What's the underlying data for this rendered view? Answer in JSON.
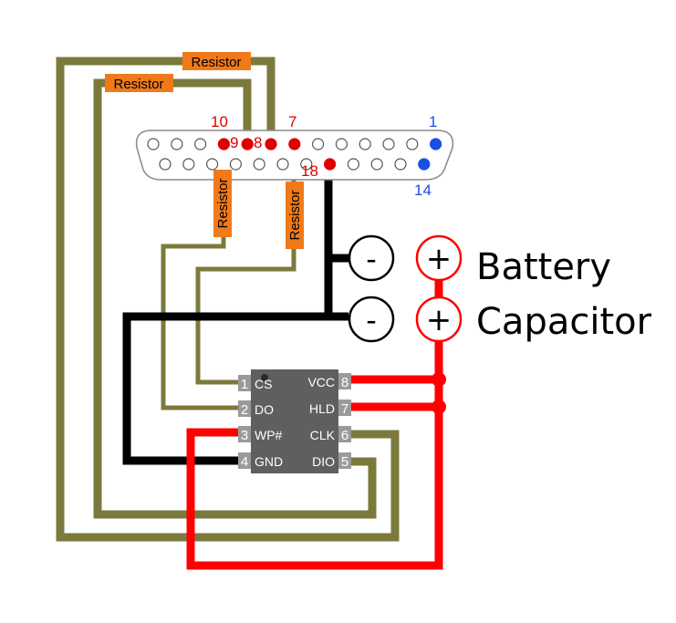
{
  "colors": {
    "olive": "#7b7a3c",
    "black": "#000000",
    "red": "#ff0000",
    "resistor": "#f07a1a",
    "pin_red": "#e00000",
    "pin_blue": "#1a4fe0",
    "chip": "#5f5f5f"
  },
  "connector": {
    "top_pins": {
      "active": [
        "10",
        "9",
        "8",
        "7"
      ],
      "blue": "1"
    },
    "bottom_pins": {
      "active": "18",
      "blue": "14"
    },
    "pin_labels": {
      "p10": "10",
      "p9": "9",
      "p8": "8",
      "p7": "7",
      "p1": "1",
      "p18": "18",
      "p14": "14"
    }
  },
  "resistors": {
    "r1": "Resistor",
    "r2": "Resistor",
    "r3": "Resistor",
    "r4": "Resistor"
  },
  "power": {
    "battery": {
      "minus": "-",
      "plus": "+",
      "label": "Battery"
    },
    "capacitor": {
      "minus": "-",
      "plus": "+",
      "label": "Capacitor"
    }
  },
  "chip": {
    "left_pins": [
      {
        "num": "1",
        "name": "CS"
      },
      {
        "num": "2",
        "name": "DO"
      },
      {
        "num": "3",
        "name": "WP#"
      },
      {
        "num": "4",
        "name": "GND"
      }
    ],
    "right_pins": [
      {
        "num": "8",
        "name": "VCC"
      },
      {
        "num": "7",
        "name": "HLD"
      },
      {
        "num": "6",
        "name": "CLK"
      },
      {
        "num": "5",
        "name": "DIO"
      }
    ]
  }
}
